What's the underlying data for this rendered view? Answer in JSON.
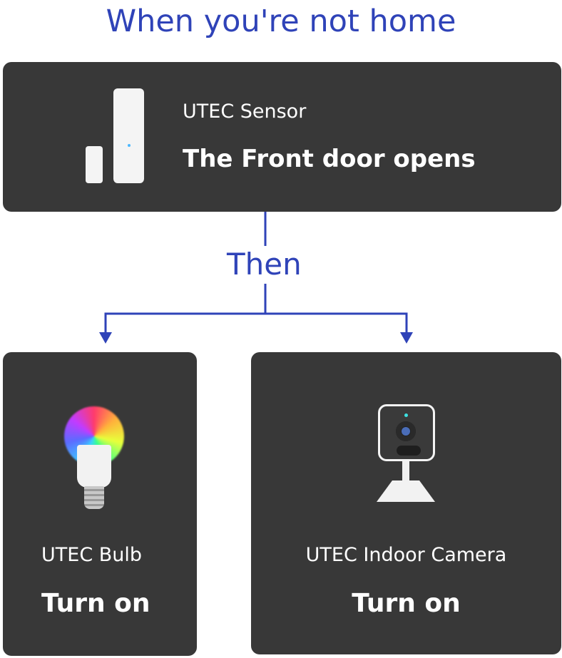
{
  "title": "When you're not home",
  "connector": "Then",
  "trigger": {
    "device": "UTEC Sensor",
    "event": "The Front door opens"
  },
  "actions": [
    {
      "device": "UTEC Bulb",
      "action": "Turn on"
    },
    {
      "device": "UTEC Indoor Camera",
      "action": "Turn on"
    }
  ],
  "colors": {
    "accent": "#2f43b8",
    "card": "#383838"
  }
}
